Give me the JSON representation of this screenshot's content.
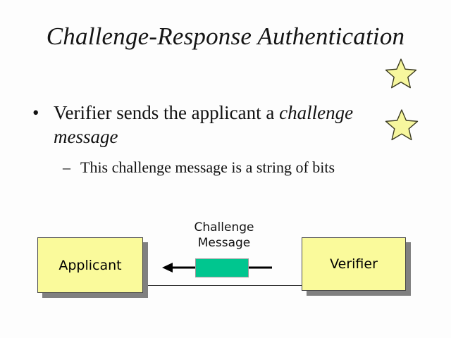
{
  "slide": {
    "title": "Challenge-Response Authentication",
    "background_color": "#fdfdfd",
    "bullets": [
      {
        "level": 1,
        "marker": "•",
        "text_plain": "Verifier sends the applicant a challenge message",
        "text_roman": "Verifier sends the applicant a ",
        "text_italic": "challenge message"
      },
      {
        "level": 2,
        "marker": "–",
        "text_plain": "This challenge message is a string of bits"
      }
    ],
    "decorations": {
      "stars": [
        {
          "name": "star-top",
          "fill": "#f7f79e",
          "stroke": "#3a3a20"
        },
        {
          "name": "star-bottom",
          "fill": "#f7f79e",
          "stroke": "#3a3a20"
        }
      ]
    }
  },
  "diagram": {
    "nodes": [
      {
        "id": "applicant",
        "label": "Applicant",
        "fill": "#fafa9b",
        "border": "#4b4b4b",
        "shadow": "#808080"
      },
      {
        "id": "verifier",
        "label": "Verifier",
        "fill": "#fafa9b",
        "border": "#4b4b4b",
        "shadow": "#808080"
      }
    ],
    "connection": {
      "style": "line",
      "color": "#2b2b2b"
    },
    "message": {
      "label_line1": "Challenge",
      "label_line2": "Message",
      "packet_color": "#00c68f",
      "packet_border": "#9a9a9a",
      "arrow_direction": "right-to-left",
      "arrow_color": "#000000"
    }
  }
}
